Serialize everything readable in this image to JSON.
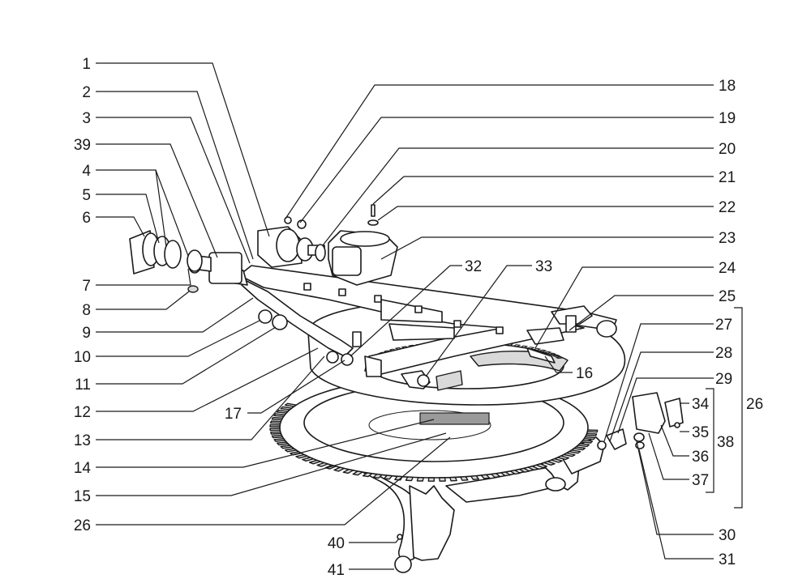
{
  "diagram": {
    "callouts": {
      "n1": "1",
      "n2": "2",
      "n3": "3",
      "n39": "39",
      "n4": "4",
      "n5": "5",
      "n6": "6",
      "n7": "7",
      "n8": "8",
      "n9": "9",
      "n10": "10",
      "n11": "11",
      "n12": "12",
      "n13": "13",
      "n14": "14",
      "n15": "15",
      "n26left": "26",
      "n17": "17",
      "n18": "18",
      "n19": "19",
      "n20": "20",
      "n21": "21",
      "n22": "22",
      "n23": "23",
      "n32": "32",
      "n33": "33",
      "n24": "24",
      "n25": "25",
      "n16": "16",
      "n27": "27",
      "n28": "28",
      "n29": "29",
      "n26right": "26",
      "n34": "34",
      "n35": "35",
      "n36": "36",
      "n38": "38",
      "n37": "37",
      "n30": "30",
      "n31": "31",
      "n40": "40",
      "n41": "41"
    }
  }
}
